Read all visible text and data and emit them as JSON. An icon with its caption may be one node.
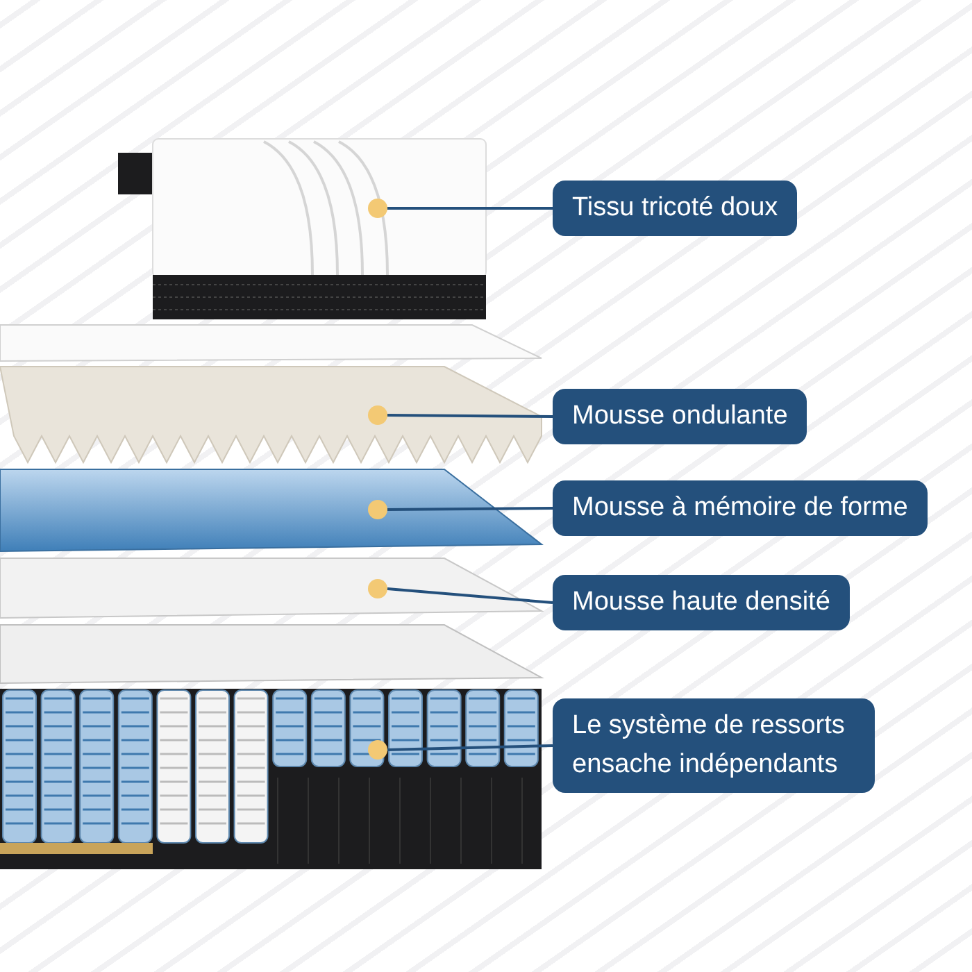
{
  "diagram": {
    "nodes": [
      {
        "text": [
          "Tissu tricoté doux"
        ]
      },
      {
        "text": [
          "Mousse ondulante"
        ]
      },
      {
        "text": [
          "Mousse à mémoire de forme"
        ]
      },
      {
        "text": [
          "Mousse haute densité"
        ]
      },
      {
        "text": [
          "Le système de ressorts ensache indépendants"
        ]
      },
      {
        "text": [],
        "shape": "picture"
      },
      {
        "text": [],
        "shape": "box"
      },
      {
        "text": [],
        "shape": "picture"
      },
      {
        "text": [],
        "shape": "picture"
      },
      {
        "text": [],
        "shape": "picture"
      },
      {
        "text": [],
        "shape": "box"
      },
      {
        "text": [],
        "shape": "picture"
      }
    ],
    "edges": [
      {
        "from": 0,
        "to": 5,
        "arrow": "none"
      },
      {
        "from": 1,
        "to": 7,
        "arrow": "none"
      },
      {
        "from": 2,
        "to": 8,
        "arrow": "none"
      },
      {
        "from": 3,
        "to": 9,
        "arrow": "none"
      },
      {
        "from": 4,
        "to": 11,
        "arrow": "none"
      }
    ]
  }
}
